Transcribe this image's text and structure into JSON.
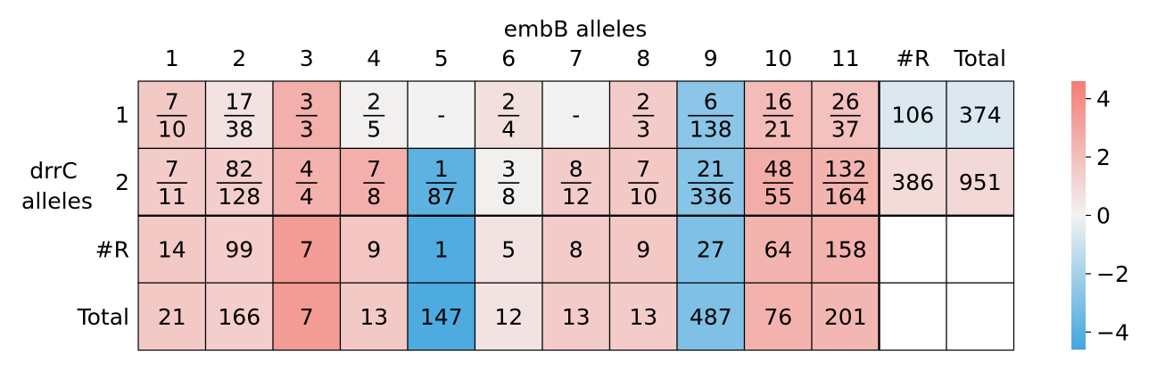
{
  "chart_data": {
    "type": "heatmap",
    "x_title": "embB alleles",
    "y_title_lines": [
      "drrC",
      "alleles"
    ],
    "col_labels": [
      "1",
      "2",
      "3",
      "4",
      "5",
      "6",
      "7",
      "8",
      "9",
      "10",
      "11",
      "#R",
      "Total"
    ],
    "row_labels": [
      "1",
      "2",
      "#R",
      "Total"
    ],
    "cells": [
      [
        {
          "num": "7",
          "den": "10",
          "v": 1.6
        },
        {
          "num": "17",
          "den": "38",
          "v": 0.6
        },
        {
          "num": "3",
          "den": "3",
          "v": 2.6
        },
        {
          "num": "2",
          "den": "5",
          "v": 0.1
        },
        {
          "text": "-",
          "v": null
        },
        {
          "num": "2",
          "den": "4",
          "v": 0.7
        },
        {
          "text": "-",
          "v": null
        },
        {
          "num": "2",
          "den": "3",
          "v": 1.5
        },
        {
          "num": "6",
          "den": "138",
          "v": -2.7
        },
        {
          "num": "16",
          "den": "21",
          "v": 2.1
        },
        {
          "num": "26",
          "den": "37",
          "v": 1.9
        },
        {
          "text": "106",
          "v": -0.6
        },
        {
          "text": "374",
          "v": -0.6
        }
      ],
      [
        {
          "num": "7",
          "den": "11",
          "v": 1.5
        },
        {
          "num": "82",
          "den": "128",
          "v": 1.4
        },
        {
          "num": "4",
          "den": "4",
          "v": 2.5
        },
        {
          "num": "7",
          "den": "8",
          "v": 2.6
        },
        {
          "num": "1",
          "den": "87",
          "v": -3.9
        },
        {
          "num": "3",
          "den": "8",
          "v": 0.1
        },
        {
          "num": "8",
          "den": "12",
          "v": 1.5
        },
        {
          "num": "7",
          "den": "10",
          "v": 1.6
        },
        {
          "num": "21",
          "den": "336",
          "v": -2.8
        },
        {
          "num": "48",
          "den": "55",
          "v": 2.7
        },
        {
          "num": "132",
          "den": "164",
          "v": 2.4
        },
        {
          "text": "386",
          "v": 0.9
        },
        {
          "text": "951",
          "v": 1.0
        }
      ],
      [
        {
          "text": "14",
          "v": 1.6
        },
        {
          "text": "99",
          "v": 1.4
        },
        {
          "text": "7",
          "v": 3.4
        },
        {
          "text": "9",
          "v": 1.7
        },
        {
          "text": "1",
          "v": -4.2
        },
        {
          "text": "5",
          "v": 0.6
        },
        {
          "text": "8",
          "v": 1.5
        },
        {
          "text": "9",
          "v": 1.6
        },
        {
          "text": "27",
          "v": -3.0
        },
        {
          "text": "64",
          "v": 2.4
        },
        {
          "text": "158",
          "v": 2.5
        },
        {
          "text": "",
          "v": "empty"
        },
        {
          "text": "",
          "v": "empty"
        }
      ],
      [
        {
          "text": "21",
          "v": 1.6
        },
        {
          "text": "166",
          "v": 1.4
        },
        {
          "text": "7",
          "v": 3.4
        },
        {
          "text": "13",
          "v": 1.6
        },
        {
          "text": "147",
          "v": -4.3
        },
        {
          "text": "12",
          "v": 0.6
        },
        {
          "text": "13",
          "v": 1.5
        },
        {
          "text": "13",
          "v": 1.5
        },
        {
          "text": "487",
          "v": -3.0
        },
        {
          "text": "76",
          "v": 2.5
        },
        {
          "text": "201",
          "v": 2.3
        },
        {
          "text": "",
          "v": "empty"
        },
        {
          "text": "",
          "v": "empty"
        }
      ]
    ],
    "colorbar": {
      "min": -4.6,
      "max": 4.6,
      "ticks": [
        "4",
        "2",
        "0",
        "−2",
        "−4"
      ],
      "tick_values": [
        4,
        2,
        0,
        -2,
        -4
      ]
    },
    "colors": {
      "negative": "#42a6df",
      "neutral": "#f2f2f2",
      "positive": "#f47c74",
      "missing": "#f2f2f2",
      "empty": "#ffffff",
      "grid": "#000000"
    }
  }
}
